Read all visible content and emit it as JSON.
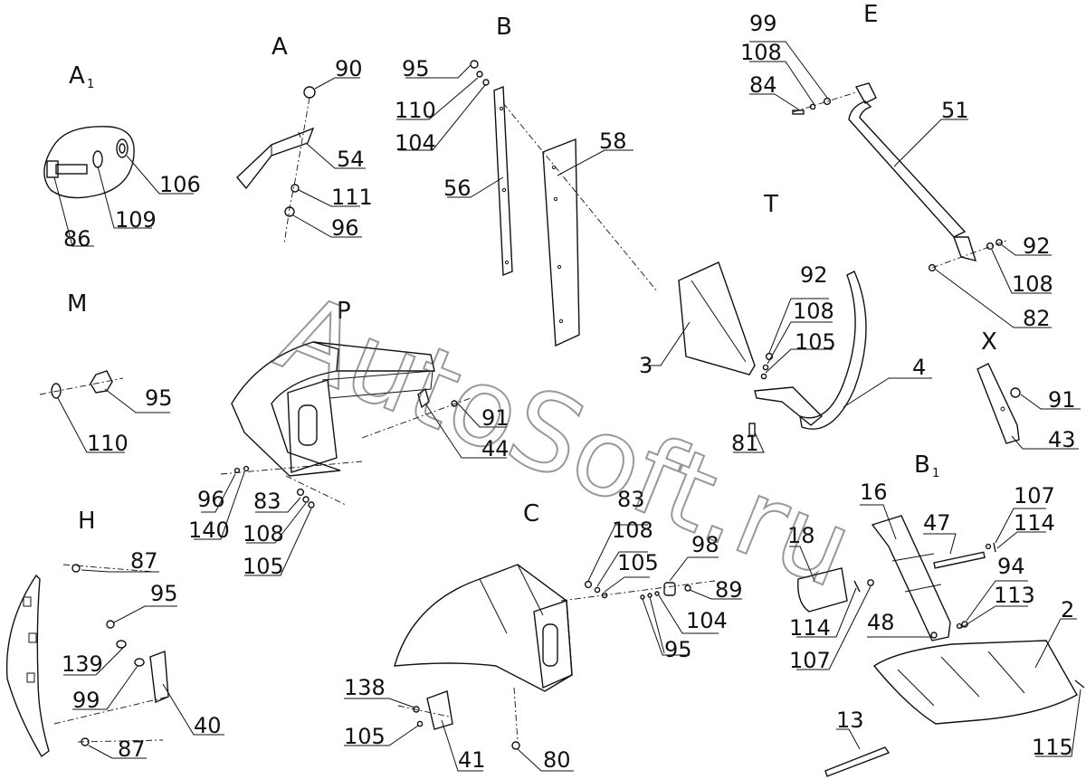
{
  "watermark": "AutoSoft.ru",
  "sections": {
    "A1": {
      "letter": "A",
      "sub": "1"
    },
    "A": {
      "letter": "A"
    },
    "B": {
      "letter": "B"
    },
    "E": {
      "letter": "E"
    },
    "T": {
      "letter": "T"
    },
    "M": {
      "letter": "M"
    },
    "P": {
      "letter": "P"
    },
    "X": {
      "letter": "X"
    },
    "B1": {
      "letter": "B",
      "sub": "1"
    },
    "H": {
      "letter": "H"
    },
    "C": {
      "letter": "C"
    }
  },
  "labels": {
    "p86": "86",
    "p109": "109",
    "p106": "106",
    "p90": "90",
    "p54": "54",
    "p111": "111",
    "p96a": "96",
    "p95a": "95",
    "p110a": "110",
    "p104a": "104",
    "p56": "56",
    "p58": "58",
    "p99a": "99",
    "p108a": "108",
    "p84": "84",
    "p51": "51",
    "p92a": "92",
    "p108b": "108",
    "p82": "82",
    "p92b": "92",
    "p108c": "108",
    "p105a": "105",
    "p3": "3",
    "p4": "4",
    "p81": "81",
    "p95b": "95",
    "p110b": "110",
    "p91a": "91",
    "p44": "44",
    "p96b": "96",
    "p140": "140",
    "p83a": "83",
    "p108d": "108",
    "p105b": "105",
    "p91b": "91",
    "p43": "43",
    "p16": "16",
    "p47": "47",
    "p107a": "107",
    "p114a": "114",
    "p18": "18",
    "p94": "94",
    "p113": "113",
    "p48": "48",
    "p114b": "114",
    "p107b": "107",
    "p2": "2",
    "p13": "13",
    "p115": "115",
    "p87a": "87",
    "p95c": "95",
    "p139": "139",
    "p99b": "99",
    "p40": "40",
    "p87b": "87",
    "p83b": "83",
    "p108e": "108",
    "p105c": "105",
    "p98": "98",
    "p89": "89",
    "p104b": "104",
    "p95d": "95",
    "p138": "138",
    "p105d": "105",
    "p41": "41",
    "p80": "80"
  }
}
